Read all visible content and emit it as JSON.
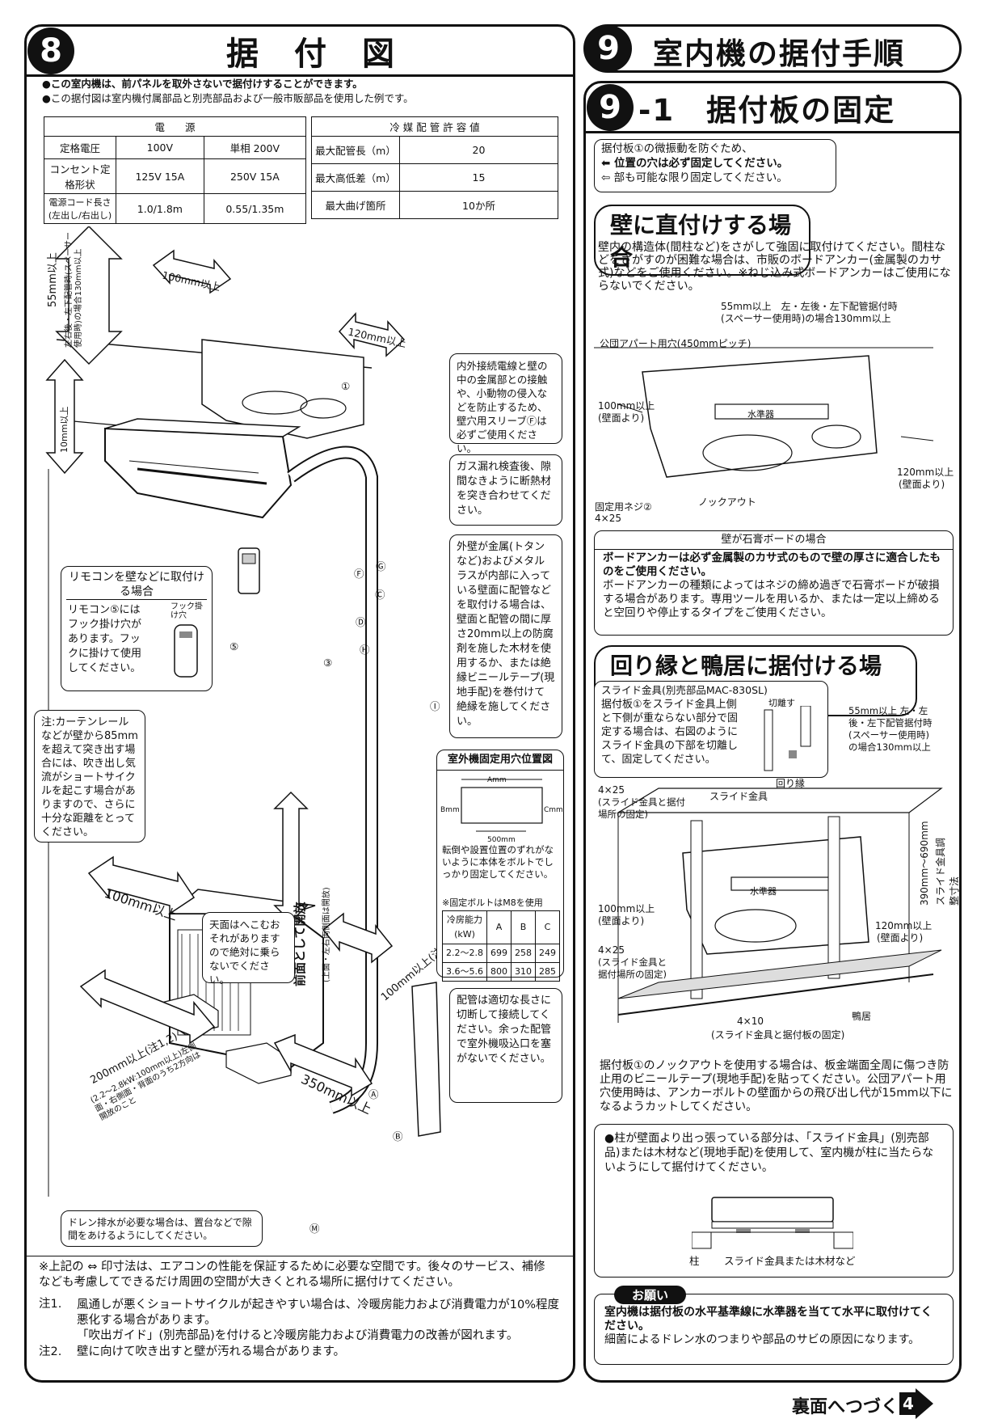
{
  "left": {
    "num": "8",
    "title": "据　付　図",
    "intro1": "●この室内機は、前パネルを取外さないで据付けすることができます。",
    "intro2": "●この据付図は室内機付属部品と別売部品および一般市販部品を使用した例です。",
    "power_table": {
      "caption": "電　　源",
      "rows": [
        [
          "定格電圧",
          "100V",
          "単相 200V"
        ],
        [
          "コンセント定格形状",
          "125V 15A",
          "250V 15A"
        ],
        [
          "電源コード長さ(左出し/右出し)",
          "1.0/1.8m",
          "0.55/1.35m"
        ]
      ]
    },
    "pipe_table": {
      "caption": "冷 媒 配 管 許 容 値",
      "rows": [
        [
          "最大配管長（m）",
          "20"
        ],
        [
          "最大高低差（m）",
          "15"
        ],
        [
          "最大曲げ箇所",
          "10か所"
        ]
      ]
    },
    "dims": {
      "d55": "55mm以上",
      "d55note": "左右後・左下配管時(スペーサー使用時)の場合130mm以上",
      "d100top": "100mm以上",
      "d120": "120mm以上",
      "d10": "10mm以上",
      "d100left": "100mm以上",
      "d200": "200mm以上(注1,2)",
      "d200note": "(2.2〜2.8kW:100mm以上)左側面・右側面・背面のうち2方向は開放のこと",
      "d350": "350mm以上",
      "d100right": "100mm以上(注1)",
      "front": "前面として開放",
      "frontnote": "(上面・左右両側面は開放)"
    },
    "callouts": {
      "sleeve": "内外接続電線と壁の中の金属部との接触や、小動物の侵入などを防止するため、壁穴用スリーブⒻは必ずご使用ください。",
      "gas": "ガス漏れ検査後、隙間なきように断熱材を突き合わせてください。",
      "metal": "外壁が金属(トタンなど)およびメタルラスが内部に入っている壁面に配管などを取付ける場合は、壁面と配管の間に厚さ20mm以上の防腐剤を施した木材を使用するか、または絶縁ビニールテープ(現地手配)を巻付けて絶縁を施してください。",
      "remote_title": "リモコンを壁などに取付ける場合",
      "remote": "リモコン⑤にはフック掛け穴があります。フックに掛けて使用してください。",
      "hook": "フック掛け穴",
      "curtain": "注:カーテンレールなどが壁から85mmを超えて突き出す場合には、吹き出し気流がショートサイクルを起こす場合がありますので、さらに十分な距離をとってください。",
      "roof": "天面はへこむおそれがありますので絶対に乗らないでください。",
      "pipecut": "配管は適切な長さに切断して接続してください。余った配管で室外機吸込口を塞がないでください。",
      "drain": "ドレン排水が必要な場合は、置台などで隙間をあけるようにしてください。"
    },
    "outdoor_fix": {
      "title": "室外機固定用穴位置図",
      "a": "Amm",
      "b": "Bmm",
      "c": "Cmm",
      "w": "500mm",
      "note": "転倒や設置位置のずれがないように本体をボルトでしっかり固定してください。",
      "bolt": "※固定ボルトはM8を使用",
      "headers": [
        "冷房能力(kW)",
        "A",
        "B",
        "C"
      ],
      "rows": [
        [
          "2.2〜2.8",
          "699",
          "258",
          "249"
        ],
        [
          "3.6〜5.6",
          "800",
          "310",
          "285"
        ]
      ]
    },
    "labels": [
      "①",
      "Ⓕ",
      "Ⓖ",
      "Ⓒ",
      "Ⓓ",
      "Ⓗ",
      "Ⓘ",
      "⑤",
      "③",
      "Ⓐ",
      "Ⓑ",
      "Ⓔ",
      "Ⓜ"
    ],
    "footer1": "※上記の ⇔ 印寸法は、エアコンの性能を保証するために必要な空間です。後々のサービス、補修なども考慮してできるだけ周囲の空間が大きくとれる場所に据付けてください。",
    "note1_label": "注1.",
    "note1": "風通しが悪くショートサイクルが起きやすい場合は、冷暖房能力および消費電力が10%程度悪化する場合があります。",
    "note1b": "「吹出ガイド」(別売部品)を付けると冷暖房能力および消費電力の改善が図れます。",
    "note2_label": "注2.",
    "note2": "壁に向けて吹き出すと壁が汚れる場合があります。"
  },
  "right": {
    "num": "9",
    "title": "室内機の据付手順",
    "sub_num": "9",
    "sub_title": "-1　据付板の固定",
    "intro": [
      "据付板①の微振動を防ぐため、",
      "⬅ 位置の穴は必ず固定してください。",
      "⇦ 部も可能な限り固定してください。"
    ],
    "wall_title": "壁に直付けする場合",
    "wall_text": "壁内の構造体(間柱など)をさがして強固に取付けてください。間柱などをさがすのが困難な場合は、市販のボードアンカー(金属製のカサ式)などをご使用ください。※ねじ込み式ボードアンカーはご使用にならないでください。",
    "wall_fig": {
      "d55": "55mm以上　左・左後・左下配管据付時",
      "d55b": "(スペーサー使用時)の場合130mm以上",
      "apt": "公団アパート用穴(450mmピッチ)",
      "d100": "100mm以上",
      "d100b": "(壁面より)",
      "level": "水準器",
      "d120": "120mm以上",
      "d120b": "(壁面より)",
      "screw": "固定用ネジ②",
      "screwsize": "4×25",
      "knock": "ノックアウト"
    },
    "board_title": "壁が石膏ボードの場合",
    "board_bold": "ボードアンカーは必ず金属製のカサ式のもので壁の厚さに適合したものをご使用ください。",
    "board_text": "ボードアンカーの種類によってはネジの締め過ぎで石膏ボードが破損する場合があります。専用ツールを用いるか、または一定以上締めると空回りや停止するタイプをご使用ください。",
    "frame_title": "回り縁と鴨居に据付ける場合",
    "slide_title": "スライド金具(別売部品MAC-830SL)",
    "slide_text": "据付板①をスライド金具上側と下側が重ならない部分で固定する場合は、右図のようにスライド金具の下部を切離して、固定してください。",
    "cut": "切離す",
    "frame_fig": {
      "d55": "55mm以上 左・左後・左下配管据付時(スペーサー使用時)の場合130mm以上",
      "mawari": "回り縁",
      "slide": "スライド金具",
      "s1": "4×25",
      "s1b": "(スライド金具と据付場所の固定)",
      "d100": "100mm以上",
      "d100b": "(壁面より)",
      "level": "水準器",
      "range": "390mm〜690mm",
      "range2": "スライド金具調整寸法",
      "d120": "120mm以上",
      "d120b": "(壁面より)",
      "s2": "4×25",
      "s2b": "(スライド金具と据付場所の固定)",
      "kamoi": "鴨居",
      "s3": "4×10",
      "s3b": "(スライド金具と据付板の固定)"
    },
    "knockout_text": "据付板①のノックアウトを使用する場合は、板金端面全周に傷つき防止用のビニールテープ(現地手配)を貼ってください。公団アパート用穴使用時は、アンカーボルトの壁面からの飛び出し代が15mm以下になるようカットしてください。",
    "pillar_text": "●柱が壁面より出っ張っている部分は、「スライド金具」(別売部品)または木材など(現地手配)を使用して、室内機が柱に当たらないようにして据付けてください。",
    "pillar": "柱",
    "pillar2": "スライド金具または木材など",
    "req_title": "お願い",
    "req_bold": "室内機は据付板の水平基準線に水準器を当てて水平に取付けてください。",
    "req_text": "細菌によるドレン水のつまりや部品のサビの原因になります。"
  },
  "footer": {
    "continue": "裏面へつづく",
    "page": "4"
  }
}
